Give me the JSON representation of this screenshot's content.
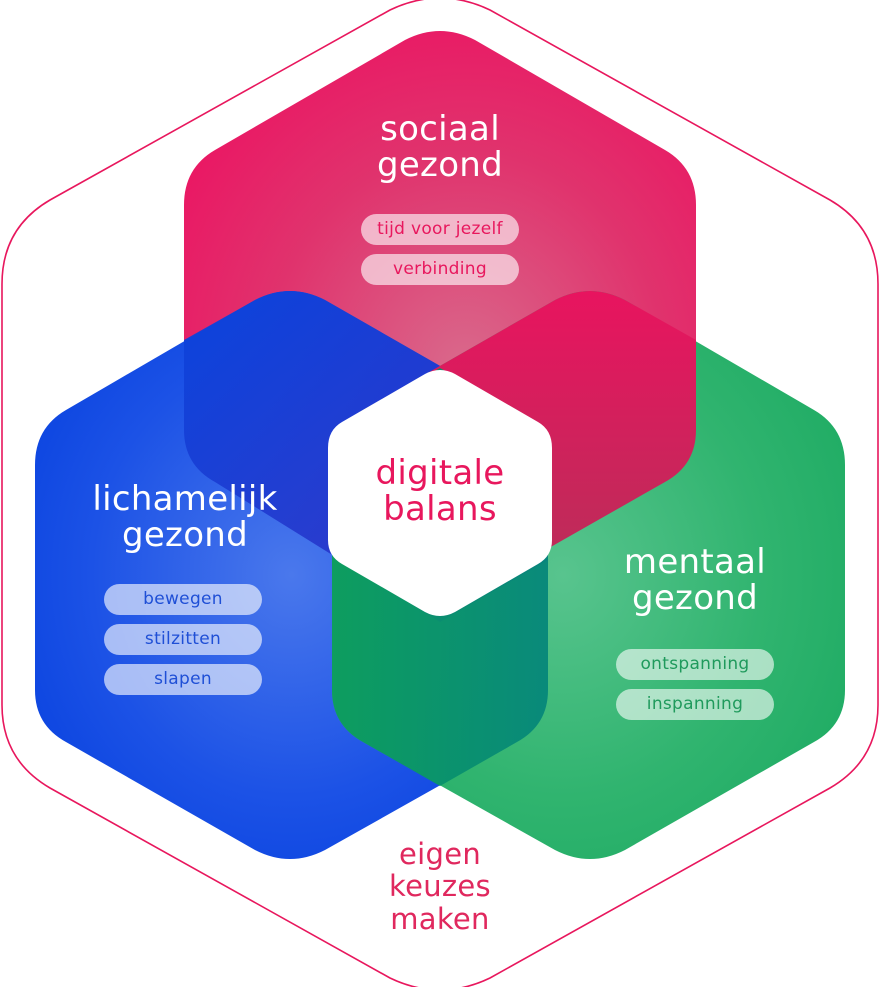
{
  "diagram": {
    "title": "digitale balans",
    "center": {
      "line1": "digitale",
      "line2": "balans"
    },
    "outer_label": {
      "line1": "eigen",
      "line2": "keuzes",
      "line3": "maken"
    },
    "domains": [
      {
        "id": "sociaal",
        "line1": "sociaal",
        "line2": "gezond",
        "color": "#e8175d",
        "items": [
          "tijd voor jezelf",
          "verbinding"
        ]
      },
      {
        "id": "lichamelijk",
        "line1": "lichamelijk",
        "line2": "gezond",
        "color": "#0a3fe0",
        "items": [
          "bewegen",
          "stilzitten",
          "slapen"
        ]
      },
      {
        "id": "mentaal",
        "line1": "mentaal",
        "line2": "gezond",
        "color": "#1faa62",
        "items": [
          "ontspanning",
          "inspanning"
        ]
      }
    ],
    "colors": {
      "outline": "#e8175d",
      "pink": "#e8175d",
      "blue": "#0a3fe0",
      "green": "#1faa62",
      "center_bg": "#ffffff"
    }
  }
}
